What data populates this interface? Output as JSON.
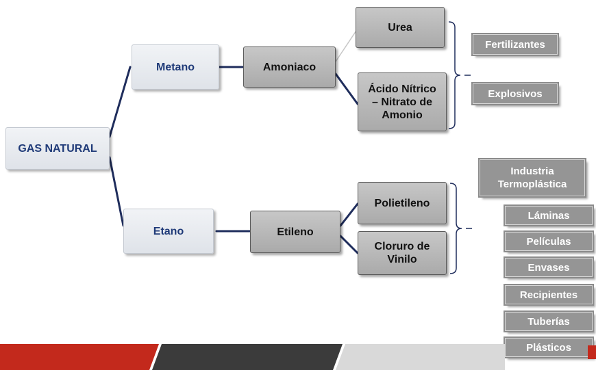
{
  "root": "GAS NATURAL",
  "branches": [
    {
      "label": "Metano",
      "intermediate": "Amoniaco",
      "products": [
        "Urea",
        "Ácido Nítrico – Nitrato de Amonio"
      ],
      "uses": [
        "Fertilizantes",
        "Explosivos"
      ]
    },
    {
      "label": "Etano",
      "intermediate": "Etileno",
      "products": [
        "Polietileno",
        "Cloruro de Vinilo"
      ]
    }
  ],
  "product_lines": {
    "acido": [
      "Ácido Nítrico",
      "– Nitrato de",
      "Amonio"
    ],
    "cloruro": [
      "Cloruro de",
      "Vinilo"
    ]
  },
  "industry": {
    "lines": [
      "Industria",
      "Termoplástica"
    ],
    "products": [
      "Láminas",
      "Películas",
      "Envases",
      "Recipientes",
      "Tuberías",
      "Plásticos"
    ]
  },
  "colors": {
    "node_text": "#1f3a78",
    "connector": "#1f2d5c",
    "footer_red": "#c3291c",
    "footer_dark": "#3b3b3b",
    "footer_gray": "#d9d9d9"
  }
}
